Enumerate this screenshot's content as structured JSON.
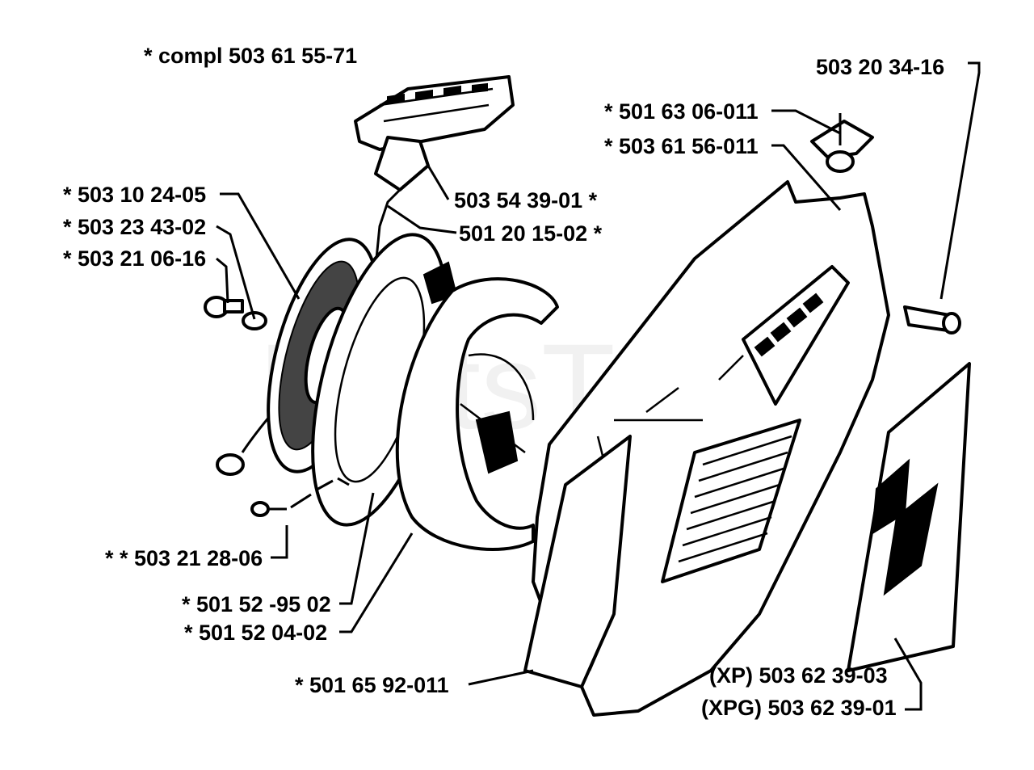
{
  "watermark": "PartsTree",
  "labels": {
    "compl": "* compl 503 61 55-71",
    "p_503_20_34_16": "503 20 34-16",
    "p_501_63_06_011": "* 501 63 06-011",
    "p_503_61_56_011": "* 503 61 56-011",
    "p_503_10_24_05": "* 503 10 24-05",
    "p_503_23_43_02": "* 503 23 43-02",
    "p_503_21_06_16": "* 503 21 06-16",
    "p_503_54_39_01": "503 54 39-01 *",
    "p_501_20_15_02": "501 20 15-02 *",
    "p_503_21_28_06": "* * 503 21 28-06",
    "p_501_52_95_02": "* 501 52 -95 02",
    "p_501_52_04_02": "* 501 52 04-02",
    "p_501_65_92_011": "* 501 65 92-011",
    "p_xp": "(XP) 503 62 39-03",
    "p_xpg": "(XPG) 503 62 39-01"
  }
}
